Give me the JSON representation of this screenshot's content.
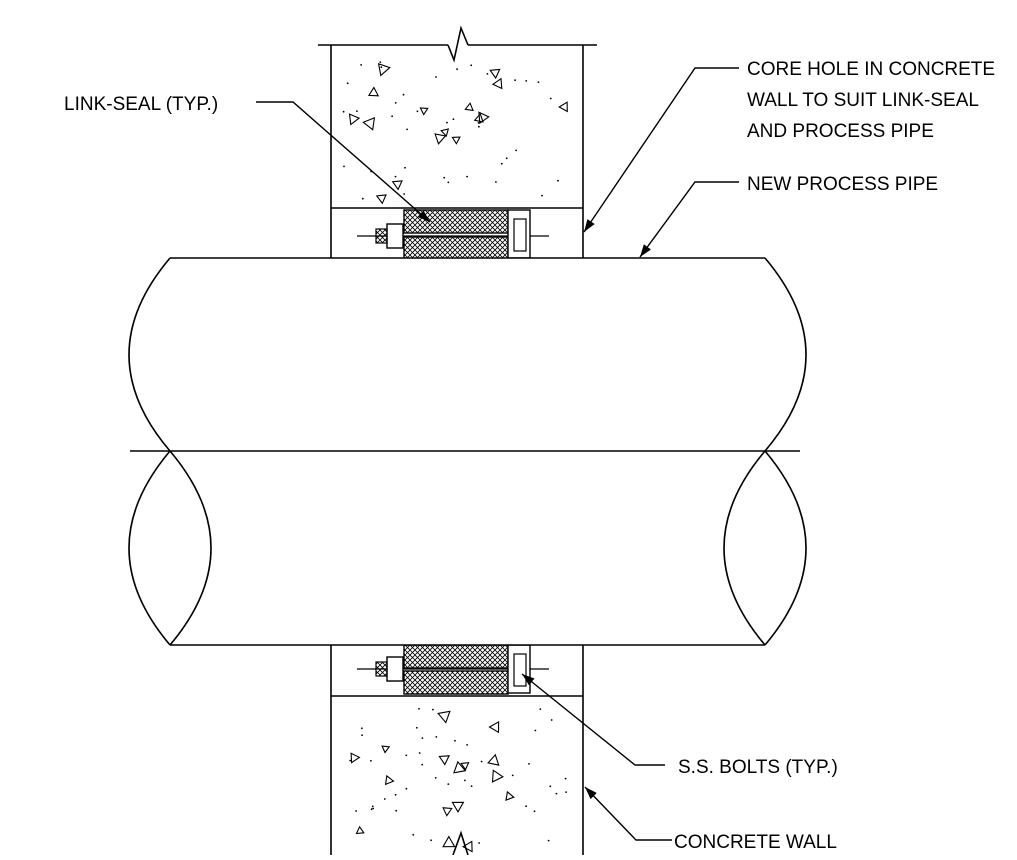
{
  "drawing": {
    "labels": {
      "link_seal": "LINK-SEAL (TYP.)",
      "core_hole_line1": "CORE HOLE IN CONCRETE",
      "core_hole_line2": "WALL TO SUIT LINK-SEAL",
      "core_hole_line3": "AND PROCESS PIPE",
      "new_pipe": "NEW PROCESS PIPE",
      "ss_bolts": "S.S. BOLTS (TYP.)",
      "concrete_wall": "CONCRETE WALL"
    }
  },
  "colors": {
    "line": "#000000",
    "background": "#ffffff"
  }
}
